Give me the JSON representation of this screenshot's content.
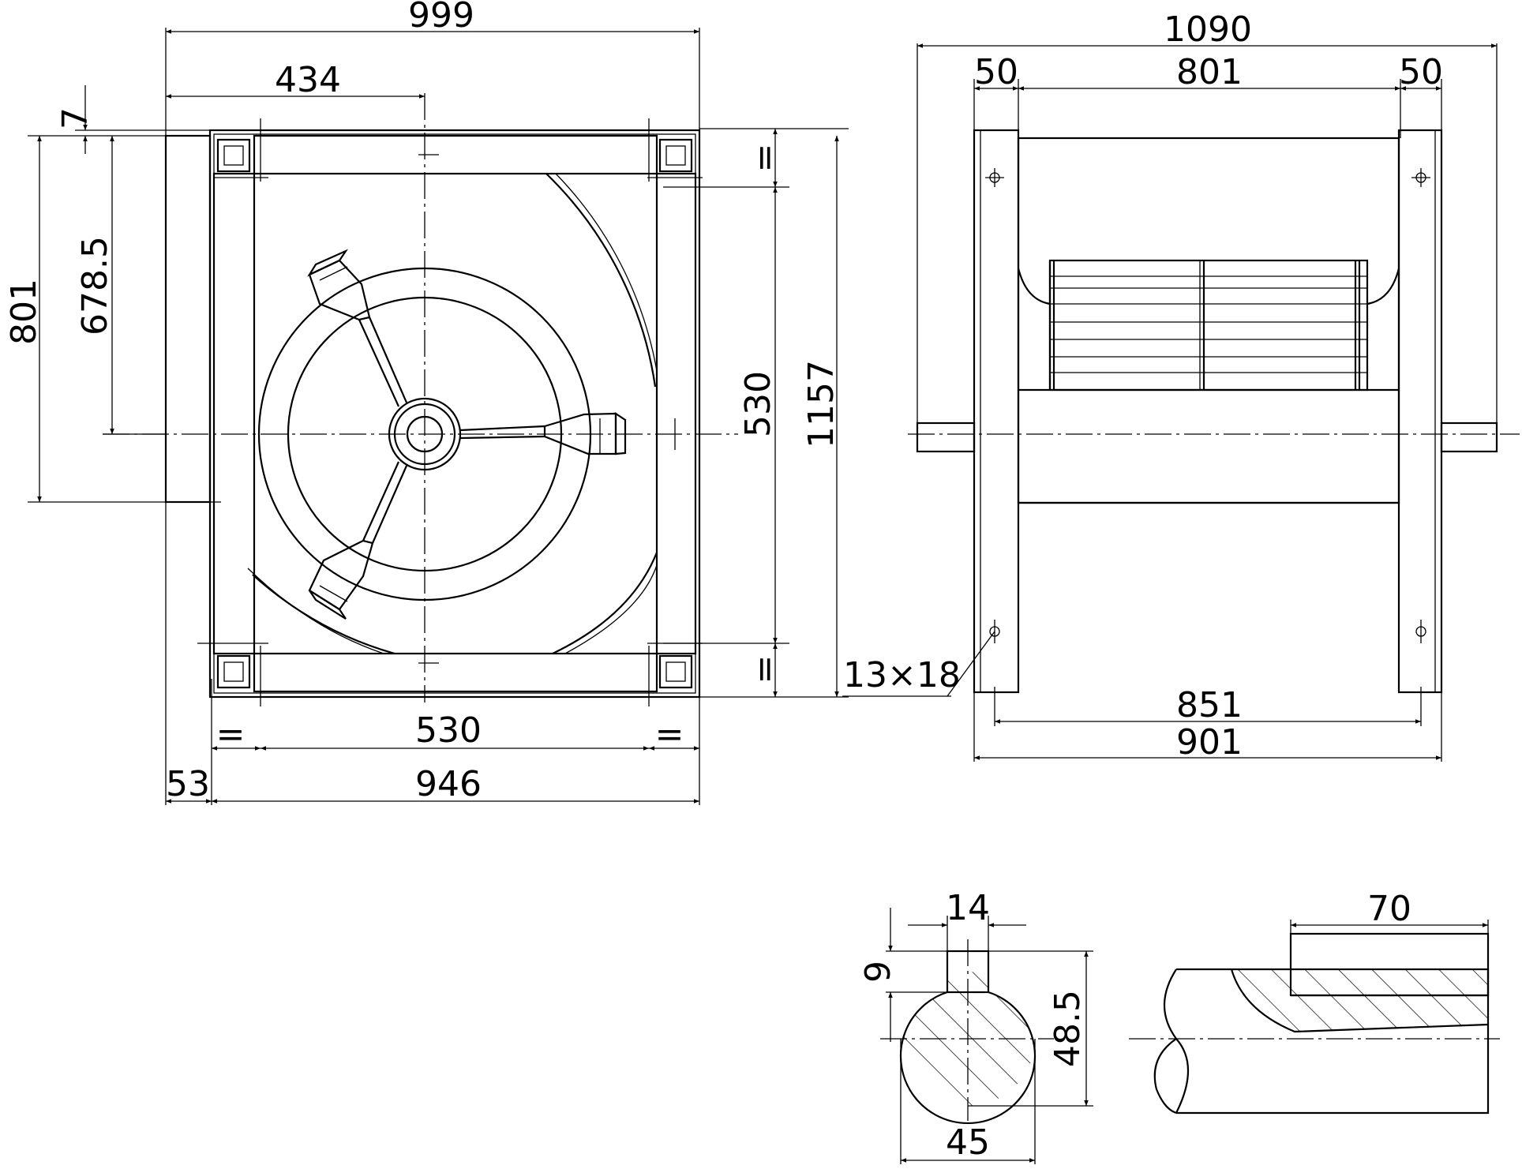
{
  "front_view": {
    "dims": {
      "overall_width": "999",
      "half_width": "434",
      "top_offset": "7",
      "height_801": "801",
      "height_678": "678.5",
      "inner_530_vertical": "530",
      "overall_height": "1157",
      "equal_right_top": "=",
      "equal_right_bottom": "=",
      "equal_bottom_left": "=",
      "inner_530_horizontal": "530",
      "equal_bottom_right": "=",
      "flange_53": "53",
      "width_946": "946"
    }
  },
  "side_view": {
    "dims": {
      "overall_1090": "1090",
      "flange_left_50": "50",
      "wheel_801": "801",
      "flange_right_50": "50",
      "holes": "13×18",
      "holes_851": "851",
      "base_901": "901"
    }
  },
  "shaft_section": {
    "dims": {
      "key_width": "14",
      "key_depth": "9",
      "height_48_5": "48.5",
      "diameter_45": "45"
    }
  },
  "shaft_side": {
    "dims": {
      "keyway_length": "70"
    }
  }
}
